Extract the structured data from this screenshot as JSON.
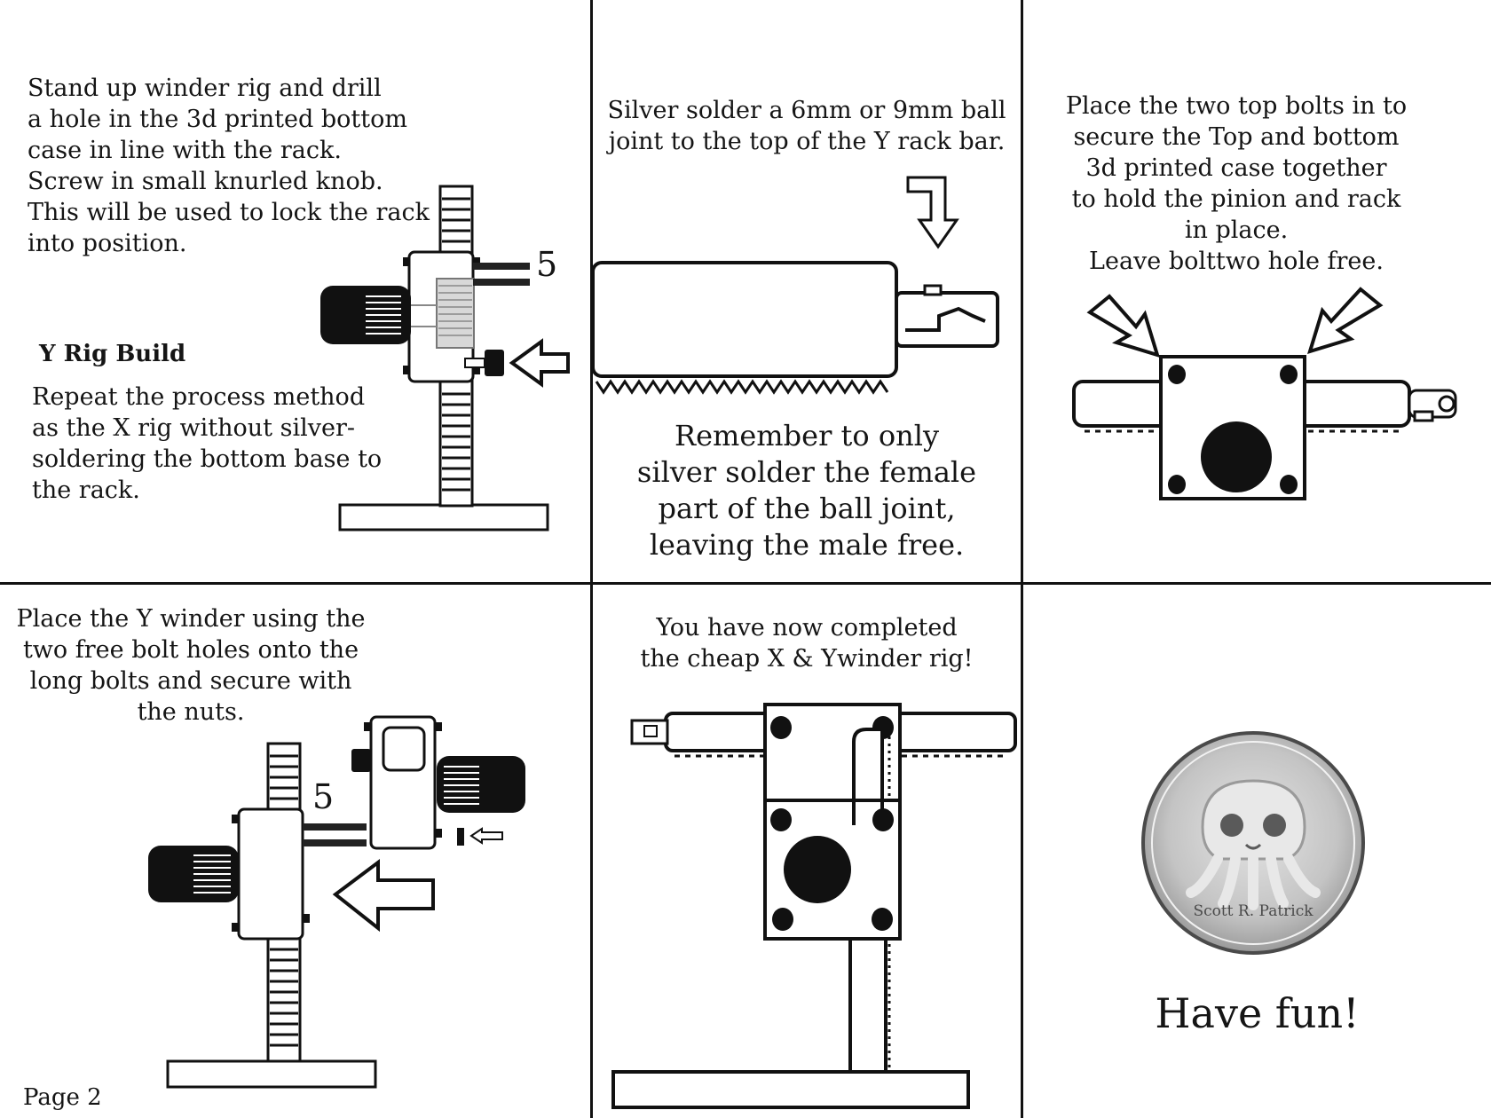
{
  "panels": {
    "p1": {
      "instruction": "Stand up winder rig and drill\na hole in the 3d printed bottom\ncase in line with the rack.\nScrew in small knurled knob.\nThis will be used to lock the rack\ninto position.",
      "section_title": "Y Rig Build",
      "repeat_text": "Repeat the process method\nas the X rig without silver-\nsoldering the bottom base to\nthe rack.",
      "label_number": "5"
    },
    "p2": {
      "instruction": "Silver solder a 6mm or 9mm ball\njoint to the top of the Y rack bar.",
      "note": "Remember to only\nsilver solder the female\npart of the ball joint,\nleaving the male free."
    },
    "p3": {
      "instruction": "Place the two top bolts in to\nsecure the Top and bottom\n3d printed case together\nto hold the pinion and rack\nin place.\nLeave bolttwo hole free."
    },
    "p4": {
      "instruction": "Place the Y winder using the\ntwo free bolt holes onto the\nlong bolts and secure with\nthe nuts.",
      "label_number": "5"
    },
    "p5": {
      "instruction": "You have now completed\nthe cheap X & Ywinder rig!"
    },
    "p6": {
      "logo_text": "Scott R. Patrick",
      "closing": "Have fun!"
    }
  },
  "footer": {
    "page_label": "Page 2"
  }
}
